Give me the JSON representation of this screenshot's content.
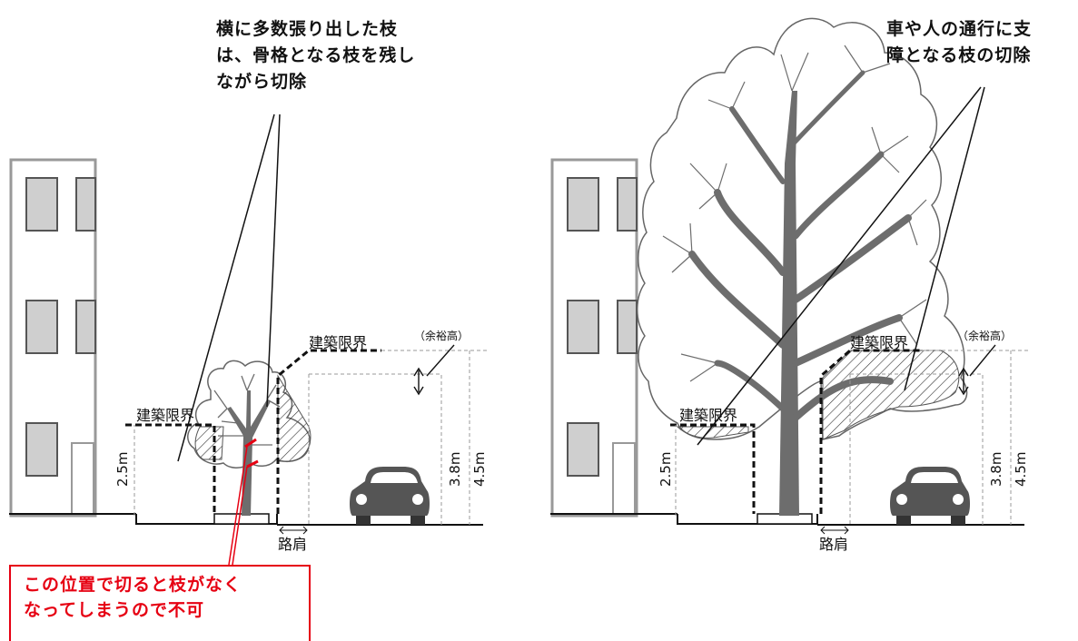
{
  "left_panel": {
    "callout": [
      "横に多数張り出した枝",
      "は、骨格となる枝を残し",
      "ながら切除"
    ],
    "gauge_label_high": "建築限界",
    "gauge_label_low": "建築限界",
    "margin_label": "（余裕高）",
    "dim_low": "2.5m",
    "dim_mid": "3.8m",
    "dim_high": "4.5m",
    "shoulder_label": "路肩",
    "warning": [
      "この位置で切ると枝がなく",
      "なってしまうので不可"
    ]
  },
  "right_panel": {
    "callout": [
      "車や人の通行に支",
      "障となる枝の切除"
    ],
    "gauge_label_high": "建築限界",
    "gauge_label_low": "建築限界",
    "margin_label": "（余裕高）",
    "dim_low": "2.5m",
    "dim_mid": "3.8m",
    "dim_high": "4.5m",
    "shoulder_label": "路肩"
  },
  "colors": {
    "warning_red": "#e60012",
    "trunk": "#6d6d6d",
    "building_window": "#cfcfcf",
    "car_body": "#555555"
  }
}
